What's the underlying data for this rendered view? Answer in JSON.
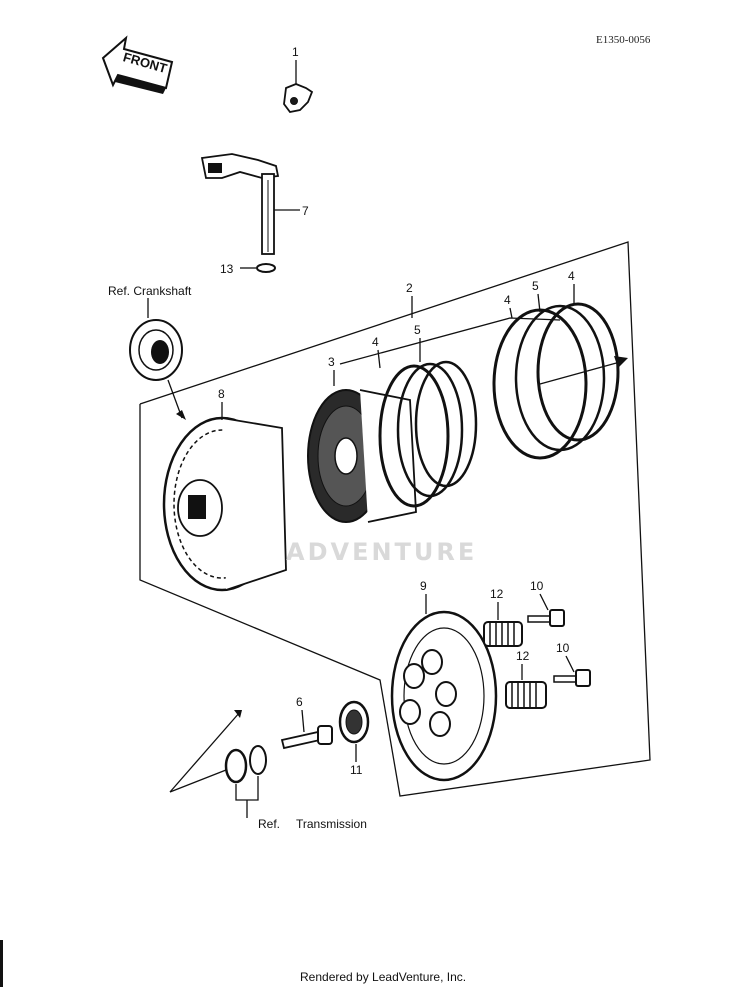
{
  "diagram_code": "E1350-0056",
  "front_label": "FRONT",
  "callouts": [
    {
      "id": "c1",
      "text": "1"
    },
    {
      "id": "c7",
      "text": "7"
    },
    {
      "id": "c13",
      "text": "13"
    },
    {
      "id": "c2",
      "text": "2"
    },
    {
      "id": "c3",
      "text": "3"
    },
    {
      "id": "c4a",
      "text": "4"
    },
    {
      "id": "c4b",
      "text": "4"
    },
    {
      "id": "c4c",
      "text": "4"
    },
    {
      "id": "c5a",
      "text": "5"
    },
    {
      "id": "c5b",
      "text": "5"
    },
    {
      "id": "c6",
      "text": "6"
    },
    {
      "id": "c8",
      "text": "8"
    },
    {
      "id": "c9",
      "text": "9"
    },
    {
      "id": "c10a",
      "text": "10"
    },
    {
      "id": "c10b",
      "text": "10"
    },
    {
      "id": "c11",
      "text": "11"
    },
    {
      "id": "c12a",
      "text": "12"
    },
    {
      "id": "c12b",
      "text": "12"
    }
  ],
  "ref_crankshaft": "Ref. Crankshaft",
  "ref_transmission_ref": "Ref.",
  "ref_transmission": "Transmission",
  "watermark": "ADVENTURE",
  "footer": "Rendered by LeadVenture, Inc."
}
